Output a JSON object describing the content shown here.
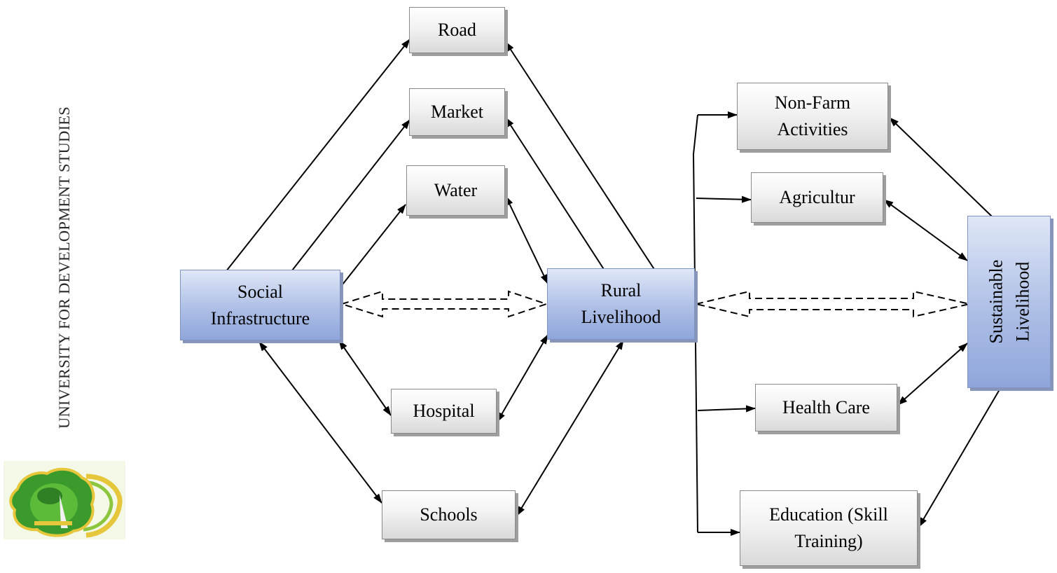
{
  "watermark": {
    "text": "UNIVERSITY FOR DEVELOPMENT STUDIES"
  },
  "logo": {
    "icon": "university-crest-icon",
    "colors": {
      "green": "#3a9a2c",
      "yellow": "#e6c63a"
    }
  },
  "nodes": {
    "road": "Road",
    "market": "Market",
    "water": "Water",
    "hospital": "Hospital",
    "schools": "Schools",
    "social_infrastructure": {
      "line1": "Social",
      "line2": "Infrastructure"
    },
    "rural_livelihood": {
      "line1": "Rural",
      "line2": "Livelihood"
    },
    "non_farm": {
      "line1": "Non-Farm",
      "line2": "Activities"
    },
    "agriculture": "Agricultur",
    "health_care": "Health Care",
    "education": {
      "line1": "Education (Skill",
      "line2": "Training)"
    },
    "sustainable_livelihood": {
      "line1": "Sustainable",
      "line2": "Livelihood"
    }
  },
  "colors": {
    "box_fill": "#e6e6e6",
    "blue_fill": "#a9bce6",
    "arrow": "#000000"
  }
}
